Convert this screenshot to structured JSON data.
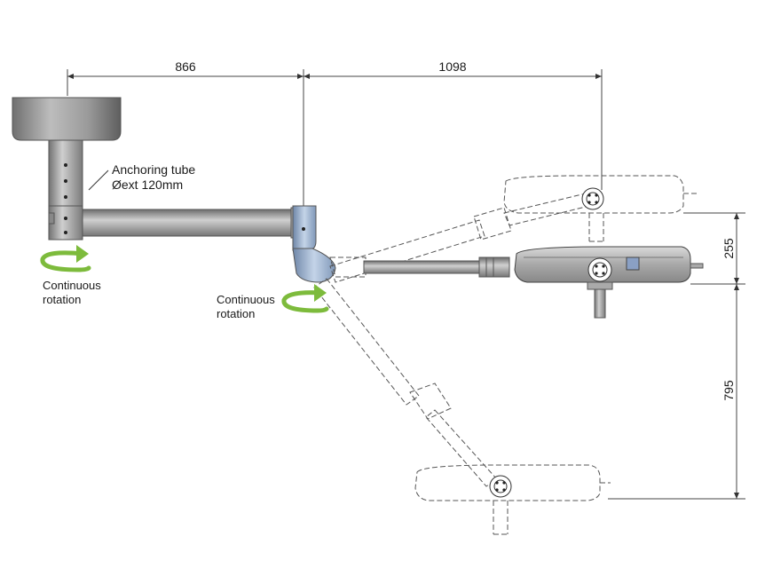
{
  "dimensions": {
    "ceiling_to_joint": "866",
    "joint_to_head": "1098",
    "head_height_range": "255",
    "lower_drop": "795"
  },
  "callouts": {
    "anchoring_tube_line1": "Anchoring tube",
    "anchoring_tube_line2": "Øext 120mm",
    "rotation_left_line1": "Continuous",
    "rotation_left_line2": "rotation",
    "rotation_right_line1": "Continuous",
    "rotation_right_line2": "rotation"
  },
  "colors": {
    "metal_dark": "#7a7a7a",
    "metal_light": "#c9c9c9",
    "joint_blue": "#8fa8c8",
    "arrow_green": "#7dbb3c",
    "line": "#444444"
  }
}
